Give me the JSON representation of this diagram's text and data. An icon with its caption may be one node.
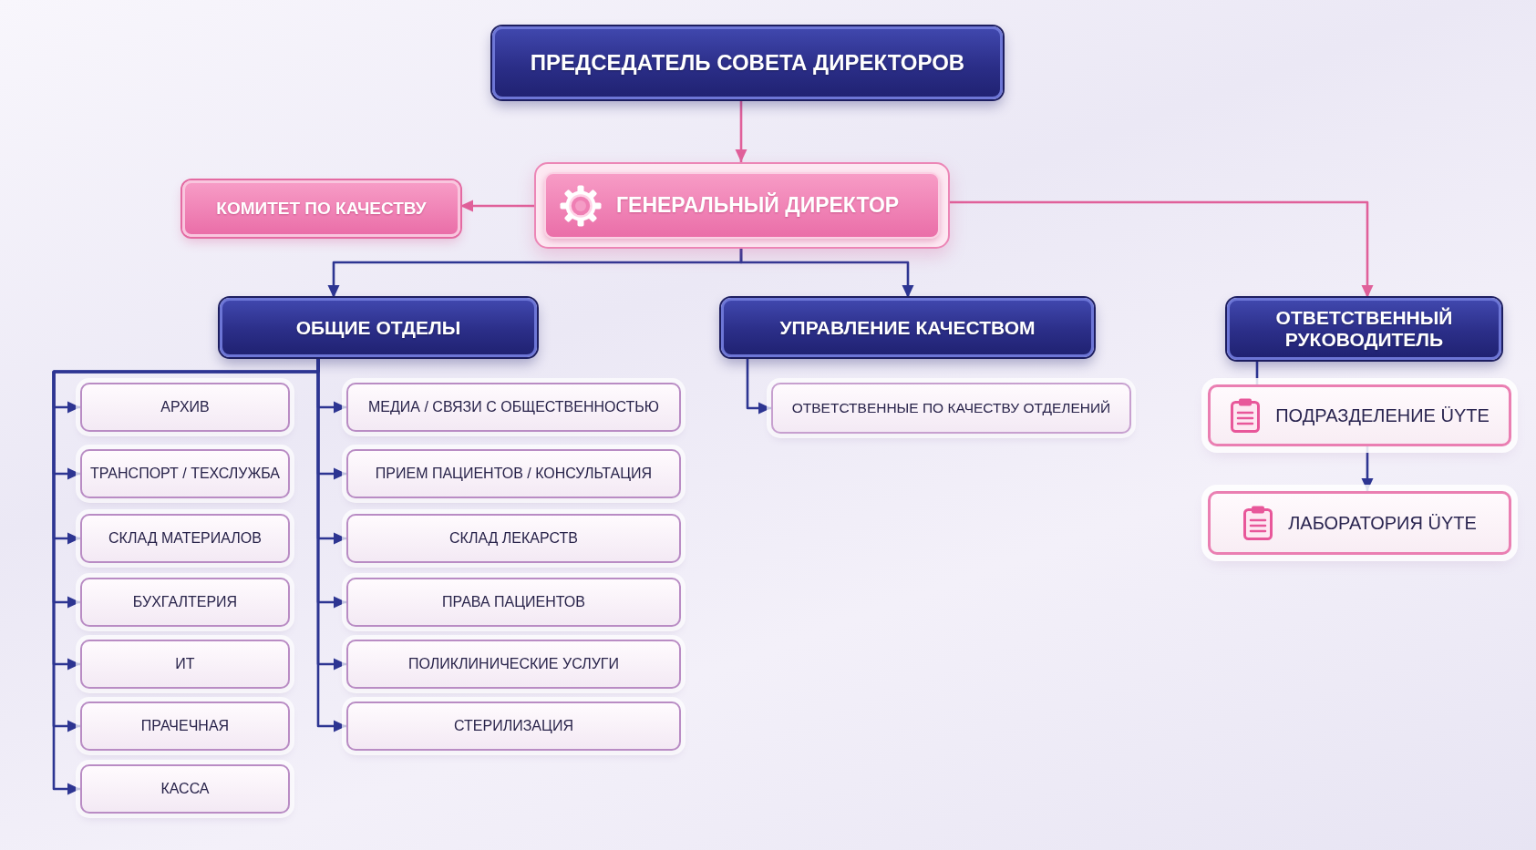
{
  "diagram": {
    "nodes": [
      {
        "text": [
          "ПРЕДСЕДАТЕЛЬ СОВЕТА ДИРЕКТОРОВ"
        ]
      },
      {
        "text": [
          "ГЕНЕРАЛЬНЫЙ ДИРЕКТОР"
        ]
      },
      {
        "text": [
          "КОМИТЕТ ПО КАЧЕСТВУ"
        ]
      },
      {
        "text": [
          "ОБЩИЕ ОТДЕЛЫ"
        ]
      },
      {
        "text": [
          "УПРАВЛЕНИЕ КАЧЕСТВОМ"
        ]
      },
      {
        "text": [
          "ОТВЕТСТВЕННЫЙ РУКОВОДИТЕЛЬ"
        ]
      },
      {
        "text": [
          "АРХИВ"
        ]
      },
      {
        "text": [
          "ТРАНСПОРТ / ТЕХСЛУЖБА"
        ]
      },
      {
        "text": [
          "СКЛАД МАТЕРИАЛОВ"
        ]
      },
      {
        "text": [
          "БУХГАЛТЕРИЯ"
        ]
      },
      {
        "text": [
          "ИТ"
        ]
      },
      {
        "text": [
          "ПРАЧЕЧНАЯ"
        ]
      },
      {
        "text": [
          "КАССА"
        ]
      },
      {
        "text": [
          "МЕДИА / СВЯЗИ С ОБЩЕСТВЕННОСТЬЮ"
        ]
      },
      {
        "text": [
          "ПРИЕМ ПАЦИЕНТОВ / КОНСУЛЬТАЦИЯ"
        ]
      },
      {
        "text": [
          "СКЛАД ЛЕКАРСТВ"
        ]
      },
      {
        "text": [
          "ПРАВА ПАЦИЕНТОВ"
        ]
      },
      {
        "text": [
          "ПОЛИКЛИНИЧЕСКИЕ УСЛУГИ"
        ]
      },
      {
        "text": [
          "СТЕРИЛИЗАЦИЯ"
        ]
      },
      {
        "text": [
          "ОТВЕТСТВЕННЫЕ ПО КАЧЕСТВУ ОТДЕЛЕНИЙ"
        ]
      },
      {
        "text": [
          "ПОДРАЗДЕЛЕНИЕ ÜYTE"
        ]
      },
      {
        "text": [
          "ЛАБОРАТОРИЯ ÜYTE"
        ]
      }
    ],
    "edges": [
      {
        "from": 0,
        "to": 1,
        "arrow": "to",
        "color": "#e0609a"
      },
      {
        "from": 1,
        "to": 2,
        "arrow": "to",
        "color": "#e0609a"
      },
      {
        "from": 1,
        "to": 5,
        "arrow": "to",
        "color": "#e0609a"
      },
      {
        "from": 1,
        "to": 3,
        "arrow": "to"
      },
      {
        "from": 1,
        "to": 4,
        "arrow": "to"
      },
      {
        "from": 3,
        "to": 6,
        "arrow": "to"
      },
      {
        "from": 3,
        "to": 7,
        "arrow": "to"
      },
      {
        "from": 3,
        "to": 8,
        "arrow": "to"
      },
      {
        "from": 3,
        "to": 9,
        "arrow": "to"
      },
      {
        "from": 3,
        "to": 10,
        "arrow": "to"
      },
      {
        "from": 3,
        "to": 11,
        "arrow": "to"
      },
      {
        "from": 3,
        "to": 12,
        "arrow": "to"
      },
      {
        "from": 3,
        "to": 13,
        "arrow": "to"
      },
      {
        "from": 3,
        "to": 14,
        "arrow": "to"
      },
      {
        "from": 3,
        "to": 15,
        "arrow": "to"
      },
      {
        "from": 3,
        "to": 16,
        "arrow": "to"
      },
      {
        "from": 3,
        "to": 17,
        "arrow": "to"
      },
      {
        "from": 3,
        "to": 18,
        "arrow": "to"
      },
      {
        "from": 4,
        "to": 19,
        "arrow": "to"
      },
      {
        "from": 5,
        "to": 20,
        "arrow": "none"
      },
      {
        "from": 20,
        "to": 21,
        "arrow": "to"
      }
    ]
  }
}
